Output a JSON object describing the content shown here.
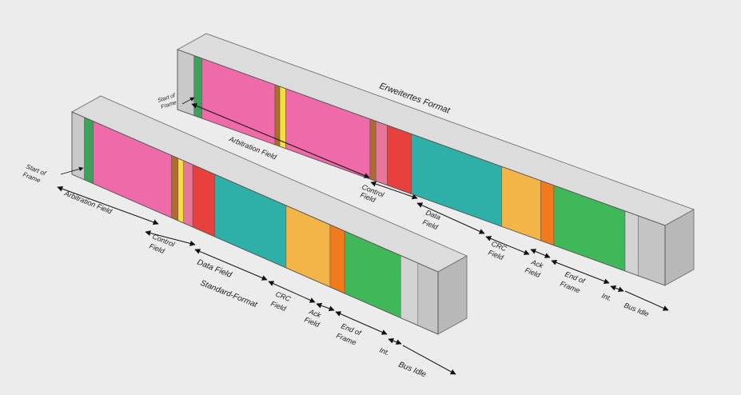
{
  "top_bar": {
    "title": "Erweitertes Format",
    "labels": {
      "sof1": "Start of",
      "sof2": "Frame",
      "arb": "Arbitration Field",
      "ctrl1": "Control",
      "ctrl2": "Field",
      "data1": "Data",
      "data2": "Field",
      "crc1": "CRC",
      "crc2": "Field",
      "ack1": "Ack",
      "ack2": "Field",
      "eof1": "End of",
      "eof2": "Frame",
      "int": "Int.",
      "idle": "Bus Idle"
    }
  },
  "bottom_bar": {
    "title": "Standard-Format",
    "labels": {
      "sof1": "Start of",
      "sof2": "Frame",
      "arb": "Arbitration Field",
      "ctrl1": "Control",
      "ctrl2": "Field",
      "data": "Data Field",
      "crc1": "CRC",
      "crc2": "Field",
      "ack1": "Ack",
      "ack2": "Field",
      "eof1": "End of",
      "eof2": "Frame",
      "int": "Int.",
      "idle": "Bus Idle"
    }
  },
  "colors": {
    "background": "#ececec",
    "idle_gray": "#c9c9c9",
    "sof_green": "#3aa35a",
    "sof_teal": "#5fb3a8",
    "arbitration_pink": "#ee6aa8",
    "brown": "#b06a2c",
    "yellow": "#f0e040",
    "control_pink": "#e7779a",
    "control_red": "#e8403c",
    "data_blue": "#6fb0ee",
    "data_teal": "#2eb0a8",
    "crc_orange": "#f3b448",
    "crc_yellow": "#d9c63a",
    "ack_orange": "#f07a1c",
    "eof_green": "#40b85a",
    "int_gray": "#d2d2d2",
    "idle_end_gray": "#c4c4c4"
  }
}
